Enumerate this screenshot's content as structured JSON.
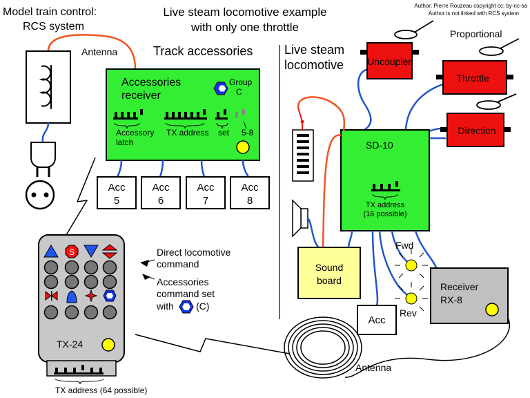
{
  "header": {
    "title_line1": "Live steam locomotive example",
    "title_line2": "with only one throttle",
    "left_title_line1": "Model train control:",
    "left_title_line2": "RCS system",
    "author_line1": "Author: Pierre Rouzeau copyright cc: by-nc-sa",
    "author_line2": "Author is not linked with RCS system"
  },
  "colors": {
    "receiver_green": "#33ee33",
    "servo_red": "#ee1111",
    "sound_yellow": "#ffff99",
    "rx_gray": "#c0c0c0",
    "wire_blue": "#2255cc",
    "wire_orange": "#ee5522",
    "led_yellow": "#ffff00"
  },
  "left": {
    "antenna_label": "Antenna",
    "icons": [
      "transformer-icon",
      "plug-icon",
      "socket-icon"
    ]
  },
  "accessories": {
    "section_title": "Track accessories",
    "receiver_line1": "Accessories",
    "receiver_line2": "receiver",
    "group_line1": "Group",
    "group_line2": "C",
    "dip_labels": [
      "Accessory",
      "latch",
      "TX address",
      "set",
      "5-8"
    ],
    "acc_boxes": [
      {
        "line1": "Acc",
        "line2": "5"
      },
      {
        "line1": "Acc",
        "line2": "6"
      },
      {
        "line1": "Acc",
        "line2": "7"
      },
      {
        "line1": "Acc",
        "line2": "8"
      }
    ]
  },
  "tx24": {
    "label": "TX-24",
    "address_label": "TX address (64 possible)",
    "s_button": "S",
    "annotation_direct_line1": "Direct locomotive",
    "annotation_direct_line2": "command",
    "annotation_acc_line1": "Accessories",
    "annotation_acc_line2": "command set",
    "annotation_acc_with": "with",
    "annotation_acc_group": "(C)"
  },
  "loco": {
    "section_title_line1": "Live steam",
    "section_title_line2": "locomotive",
    "uncoupler": "Uncoupler",
    "throttle": "Throttle",
    "direction": "Direction",
    "proportional": "Proportional",
    "sd10": "SD-10",
    "sd10_address_line1": "TX address",
    "sd10_address_line2": "(16 possible)",
    "sound_line1": "Sound",
    "sound_line2": "board",
    "fwd": "Fwd",
    "rev": "Rev",
    "acc": "Acc",
    "rx_line1": "Receiver",
    "rx_line2": "RX-8",
    "antenna_label": "Antenna"
  }
}
